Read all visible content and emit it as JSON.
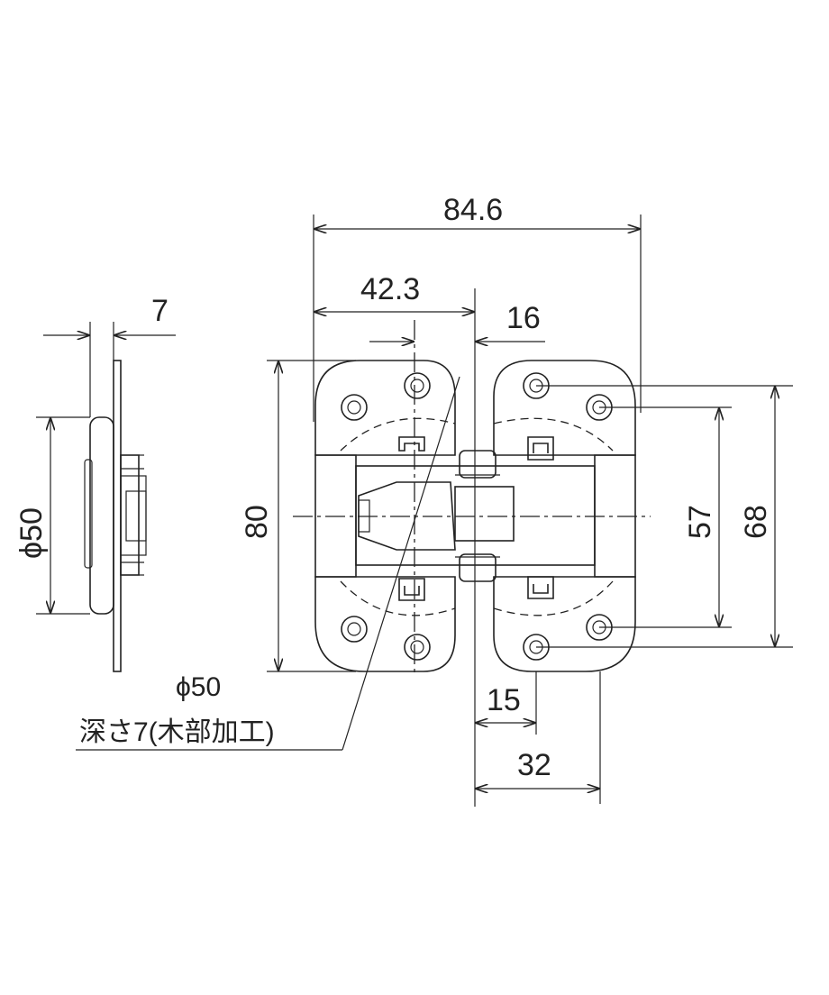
{
  "dimensions": {
    "side_thickness": "7",
    "side_diameter": "ϕ50",
    "total_width": "84.6",
    "half_width": "42.3",
    "offset_16": "16",
    "height_80": "80",
    "hole_pitch_57": "57",
    "hole_pitch_68": "68",
    "offset_15": "15",
    "offset_32": "32"
  },
  "notes": {
    "bore_diameter": "ϕ50",
    "bore_depth": "深さ7(木部加工)"
  }
}
